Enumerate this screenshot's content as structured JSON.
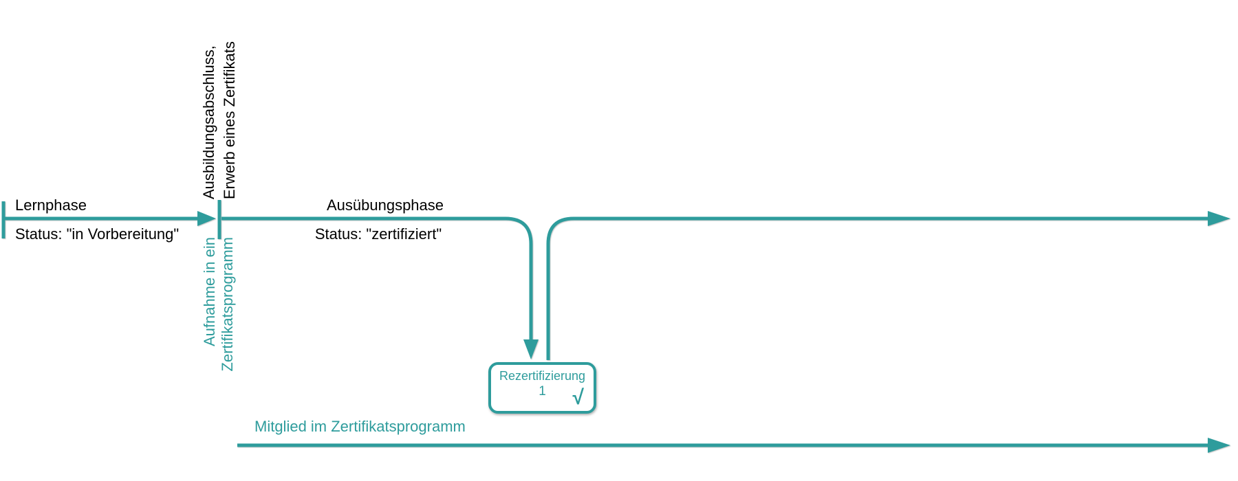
{
  "colors": {
    "accent": "#2E9C9C",
    "text": "#000000"
  },
  "timeline": {
    "phase1": {
      "label": "Lernphase",
      "status": "Status: \"in Vorbereitung\""
    },
    "phase2": {
      "label": "Ausübungsphase",
      "status": "Status: \"zertifiziert\""
    },
    "milestone_start": {
      "line1": "Ausbildungsabschluss,",
      "line2": "Erwerb eines Zertifikats"
    },
    "program_entry": {
      "line1": "Aufnahme in ein",
      "line2": "Zertifikatsprogramm"
    },
    "recert_box": {
      "title": "Rezertifizierung",
      "number": "1",
      "check": "√"
    },
    "membership": {
      "label": "Mitglied im Zertifikatsprogramm"
    }
  }
}
